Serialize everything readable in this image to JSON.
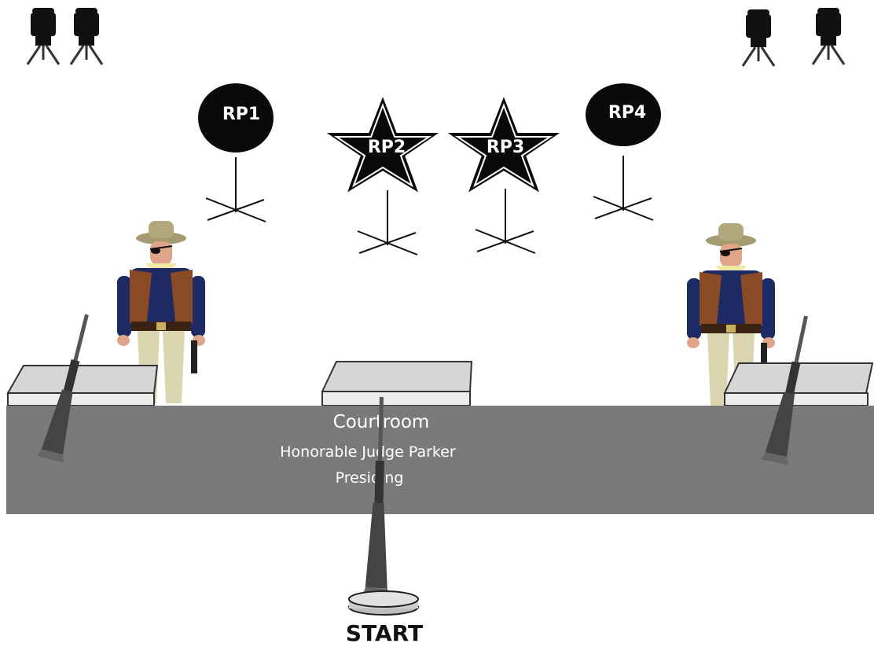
{
  "targets": [
    {
      "label": "RP1",
      "shape": "circle"
    },
    {
      "label": "RP2",
      "shape": "star"
    },
    {
      "label": "RP3",
      "shape": "star"
    },
    {
      "label": "RP4",
      "shape": "circle"
    }
  ],
  "banner": {
    "line1": "Courtroom",
    "line2": "Honorable Judge Parker",
    "line3": "Presiding"
  },
  "start_label": "START",
  "colors": {
    "barricade": "#7a7a7a",
    "table_top": "#d6d6d6",
    "vest": "#8a4a26",
    "shirt": "#1d2a63",
    "hat": "#a59b72",
    "pants": "#dcd6b0"
  }
}
